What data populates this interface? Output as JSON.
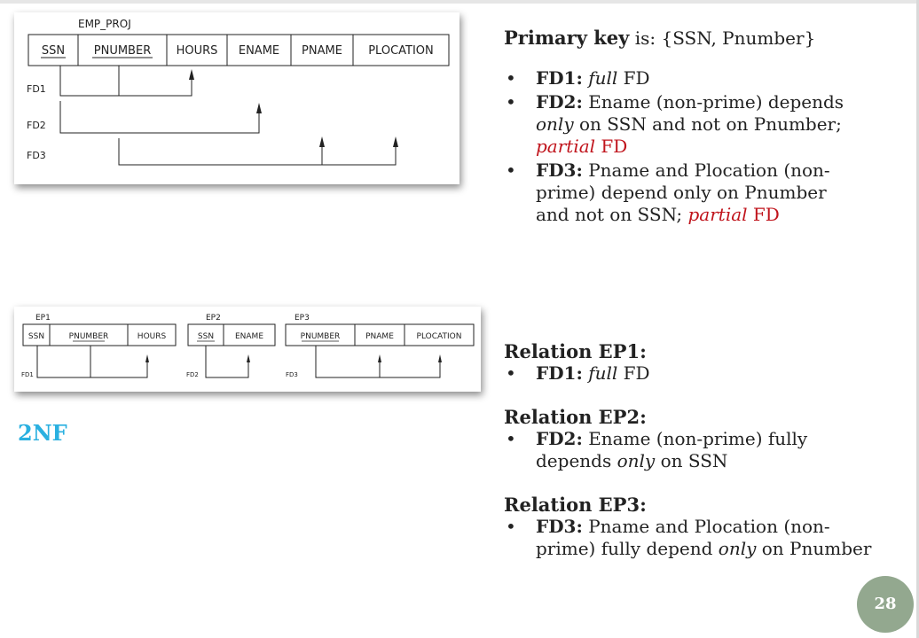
{
  "slide_number": "28",
  "emp_proj": {
    "title": "EMP_PROJ",
    "columns": [
      "SSN",
      "PNUMBER",
      "HOURS",
      "ENAME",
      "PNAME",
      "PLOCATION"
    ],
    "fds": [
      "FD1",
      "FD2",
      "FD3"
    ]
  },
  "decomposed": {
    "ep1": {
      "title": "EP1",
      "columns": [
        "SSN",
        "PNUMBER",
        "HOURS"
      ],
      "fd": "FD1"
    },
    "ep2": {
      "title": "EP2",
      "columns": [
        "SSN",
        "ENAME"
      ],
      "fd": "FD2"
    },
    "ep3": {
      "title": "EP3",
      "columns": [
        "PNUMBER",
        "PNAME",
        "PLOCATION"
      ],
      "fd": "FD3"
    }
  },
  "label_2nf": "2NF",
  "primary_key": {
    "bold": "Primary key",
    "rest": " is: {SSN, Pnumber}"
  },
  "fd_bullets": {
    "b1": {
      "label": "FD1:",
      "italic": "full",
      "rest": " FD"
    },
    "b2": {
      "label": "FD2:",
      "pre": " Ename (non-prime) depends ",
      "italic": "only",
      "mid": " on SSN and not on Pnumber; ",
      "red_italic": "partial",
      "red_rest": " FD"
    },
    "b3": {
      "label": "FD3:",
      "pre": " Pname and Plocation (non-prime) depend only on Pnumber and not on SSN; ",
      "red_italic": "partial",
      "red_rest": " FD"
    }
  },
  "relations": {
    "ep1": {
      "heading": "Relation EP1:",
      "label": "FD1:",
      "italic": "full",
      "rest": " FD"
    },
    "ep2": {
      "heading": "Relation EP2:",
      "label": "FD2:",
      "pre": " Ename (non-prime) fully depends ",
      "italic": "only",
      "rest": " on SSN"
    },
    "ep3": {
      "heading": "Relation EP3:",
      "label": "FD3:",
      "pre": " Pname and Plocation (non-prime) fully depend ",
      "italic": "only",
      "rest": " on Pnumber"
    }
  }
}
